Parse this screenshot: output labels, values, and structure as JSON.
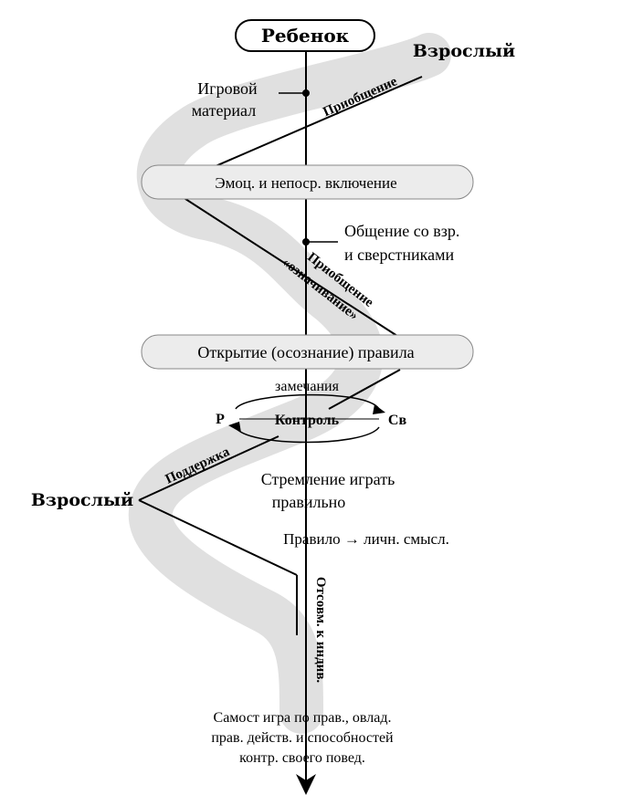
{
  "top_box": "Ребенок",
  "adult_top": "Взрослый",
  "adult_left": "Взрослый",
  "game_material_1": "Игровой",
  "game_material_2": "материал",
  "priobshchenie": "Приобщение",
  "stage1": "Эмоц. и непоср. включение",
  "communication_1": "Общение со взр.",
  "communication_2": "и сверстниками",
  "priobshchenie2": "Приобщение",
  "oznachivanie": "«означивание»",
  "stage2": "Открытие (осознание) правила",
  "zamechaniya": "замечания",
  "r_label": "Р",
  "kontrol": "Контроль",
  "sv_label": "Св",
  "podderzhka": "Поддержка",
  "striving_1": "Стремление играть",
  "striving_2": "правильно",
  "rule_meaning": "Правило → личн. смысл.",
  "otsovm": "Отсовм. к индив.",
  "result_1": "Самост игра по прав., овлад.",
  "result_2": "прав. действ. и способностей",
  "result_3": "контр. своего повед."
}
